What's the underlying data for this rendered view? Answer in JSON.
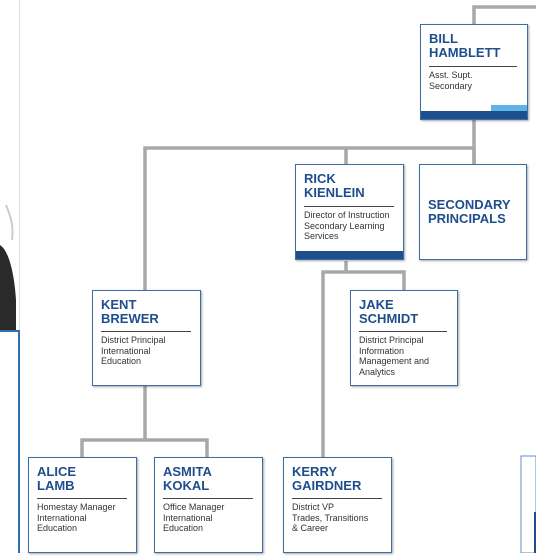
{
  "nodes": {
    "bill": {
      "name": "BILL\nHAMBLETT",
      "title": "Asst. Supt.\nSecondary"
    },
    "rick": {
      "name": "RICK\nKIENLEIN",
      "title": "Director of Instruction\nSecondary Learning\nServices"
    },
    "secondary": {
      "name": "SECONDARY\nPRINCIPALS"
    },
    "kent": {
      "name": "KENT\nBREWER",
      "title": "District Principal\nInternational\nEducation"
    },
    "jake": {
      "name": "JAKE\nSCHMIDT",
      "title": "District Principal\nInformation\nManagement and\nAnalytics"
    },
    "alice": {
      "name": "ALICE\nLAMB",
      "title": "Homestay Manager\nInternational\nEducation"
    },
    "asmita": {
      "name": "ASMITA\nKOKAL",
      "title": "Office Manager\nInternational\nEducation"
    },
    "kerry": {
      "name": "KERRY\nGAIRDNER",
      "title": "District VP\nTrades, Transitions\n& Career"
    }
  },
  "colors": {
    "accent": "#1f4e8c",
    "accent_light": "#5fb3e6",
    "connector": "#a8a8a8"
  }
}
